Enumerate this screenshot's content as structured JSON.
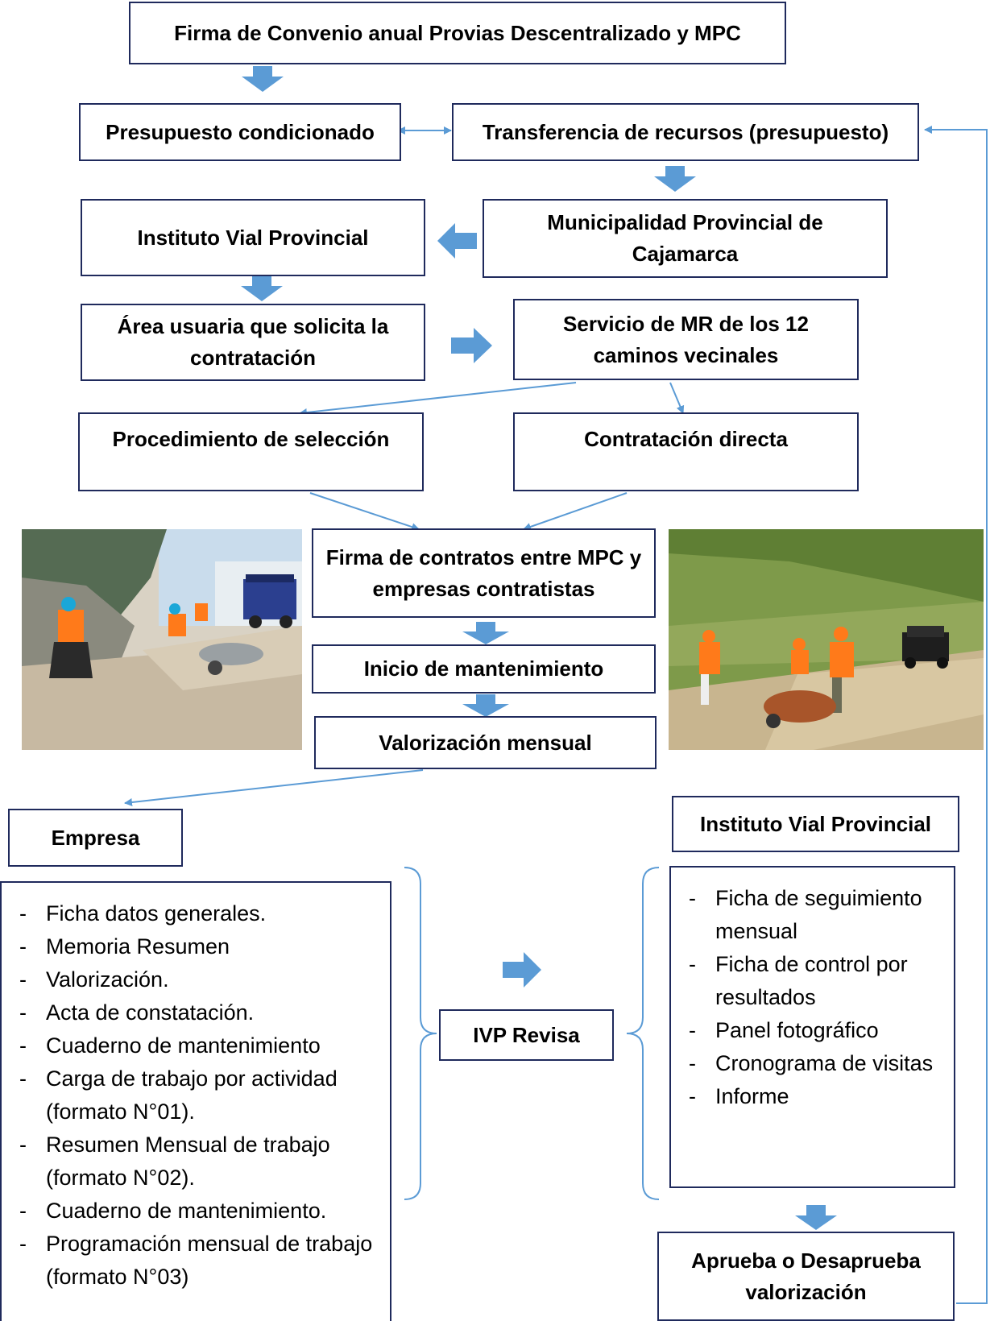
{
  "boxes": {
    "convenio": "Firma de Convenio anual Provias Descentralizado y MPC",
    "presupuesto": "Presupuesto condicionado",
    "transferencia": "Transferencia de recursos (presupuesto)",
    "ivp": "Instituto Vial Provincial",
    "mpc": "Municipalidad Provincial de Cajamarca",
    "area": "Área usuaria que solicita la contratación",
    "servicio": "Servicio de MR de los 12 caminos vecinales",
    "procedimiento": "Procedimiento de selección",
    "directa": "Contratación directa",
    "firma_contratos": "Firma de contratos entre MPC y empresas contratistas",
    "inicio": "Inicio de mantenimiento",
    "valorizacion": "Valorización mensual",
    "empresa": "Empresa",
    "ivp_right": "Instituto Vial Provincial",
    "ivp_revisa": "IVP Revisa",
    "aprueba": "Aprueba o Desaprueba valorización"
  },
  "empresa_items": [
    "Ficha datos generales.",
    "Memoria Resumen",
    "Valorización.",
    "Acta de constatación.",
    "Cuaderno de mantenimiento",
    "Carga de trabajo por actividad (formato N°01).",
    "Resumen Mensual de trabajo (formato N°02).",
    "Cuaderno de mantenimiento.",
    "Programación mensual de trabajo (formato N°03)"
  ],
  "ivp_items": [
    "Ficha de seguimiento mensual",
    "Ficha de control por resultados",
    "Panel fotográfico",
    "Cronograma de visitas",
    "Informe"
  ],
  "colors": {
    "box_border": "#1f2a5c",
    "block_arrow": "#5b9bd5",
    "connector": "#5b9bd5"
  },
  "photos": {
    "left": "road-workers-photo",
    "right": "hillside-workers-photo"
  }
}
